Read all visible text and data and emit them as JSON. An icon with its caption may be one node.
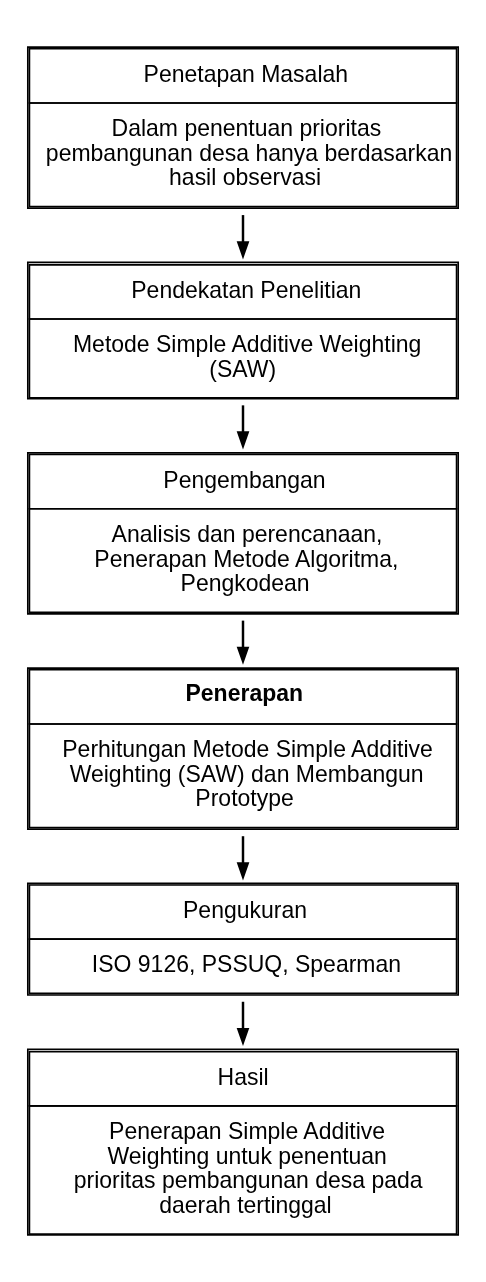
{
  "diagram": {
    "nodes": [
      {
        "text": [
          "Penetapan Masalah",
          "Dalam penentuan prioritas pembangunan desa hanya berdasarkan hasil observasi"
        ]
      },
      {
        "text": [
          "Pendekatan Penelitian",
          "Metode Simple Additive Weighting (SAW)"
        ]
      },
      {
        "text": [
          "Pengembangan",
          "Analisis dan perencanaan, Penerapan Metode Algoritma, Pengkodean"
        ]
      },
      {
        "text": [
          "Penerapan",
          "Perhitungan Metode Simple Additive Weighting (SAW) dan Membangun Prototype"
        ]
      },
      {
        "text": [
          "Pengukuran",
          "ISO 9126, PSSUQ, Spearman"
        ]
      },
      {
        "text": [
          "Hasil",
          "Penerapan Simple Additive Weighting untuk penentuan prioritas pembangunan desa pada daerah tertinggal"
        ]
      }
    ],
    "edges": [
      {
        "from": 0,
        "to": 1,
        "arrow": "to"
      },
      {
        "from": 1,
        "to": 2,
        "arrow": "to"
      },
      {
        "from": 2,
        "to": 3,
        "arrow": "to"
      },
      {
        "from": 3,
        "to": 4,
        "arrow": "to"
      },
      {
        "from": 4,
        "to": 5,
        "arrow": "to"
      }
    ]
  }
}
